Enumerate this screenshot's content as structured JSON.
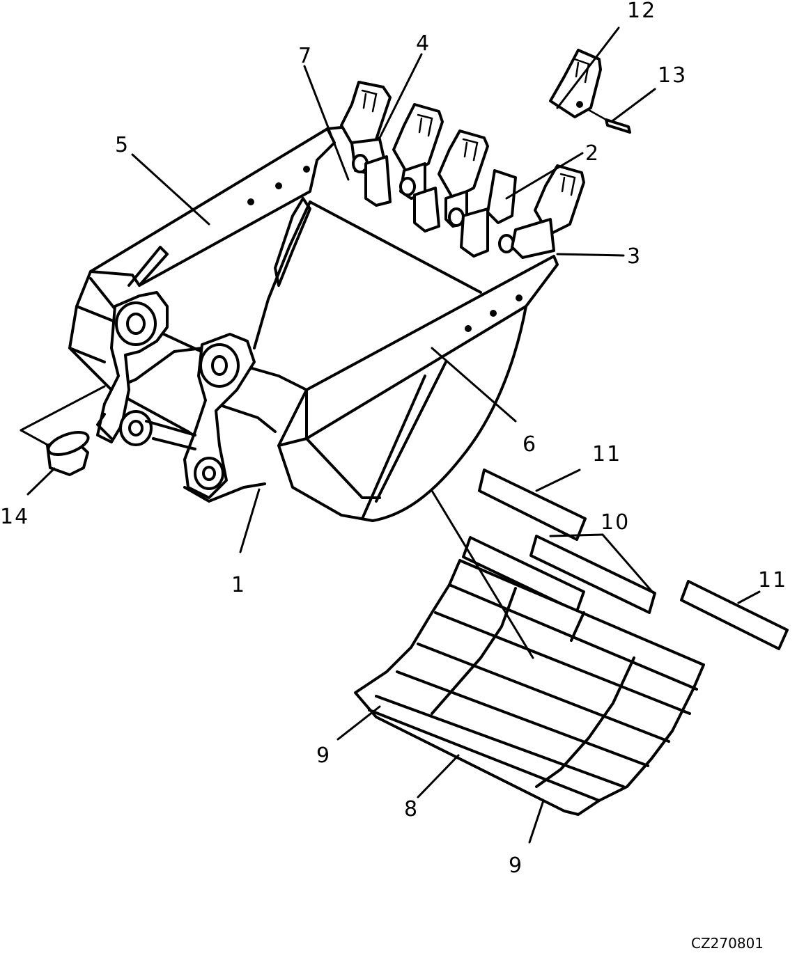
{
  "callouts": [
    {
      "id": "c1",
      "label": "1"
    },
    {
      "id": "c2",
      "label": "2"
    },
    {
      "id": "c3",
      "label": "3"
    },
    {
      "id": "c4",
      "label": "4"
    },
    {
      "id": "c5",
      "label": "5"
    },
    {
      "id": "c6",
      "label": "6"
    },
    {
      "id": "c7",
      "label": "7"
    },
    {
      "id": "c8",
      "label": "8"
    },
    {
      "id": "c9a",
      "label": "9"
    },
    {
      "id": "c9b",
      "label": "9"
    },
    {
      "id": "c10",
      "label": "10"
    },
    {
      "id": "c11a",
      "label": "11"
    },
    {
      "id": "c11b",
      "label": "11"
    },
    {
      "id": "c12",
      "label": "12"
    },
    {
      "id": "c13",
      "label": "13"
    },
    {
      "id": "c14",
      "label": "14"
    }
  ],
  "drawing_code": "CZ270801"
}
